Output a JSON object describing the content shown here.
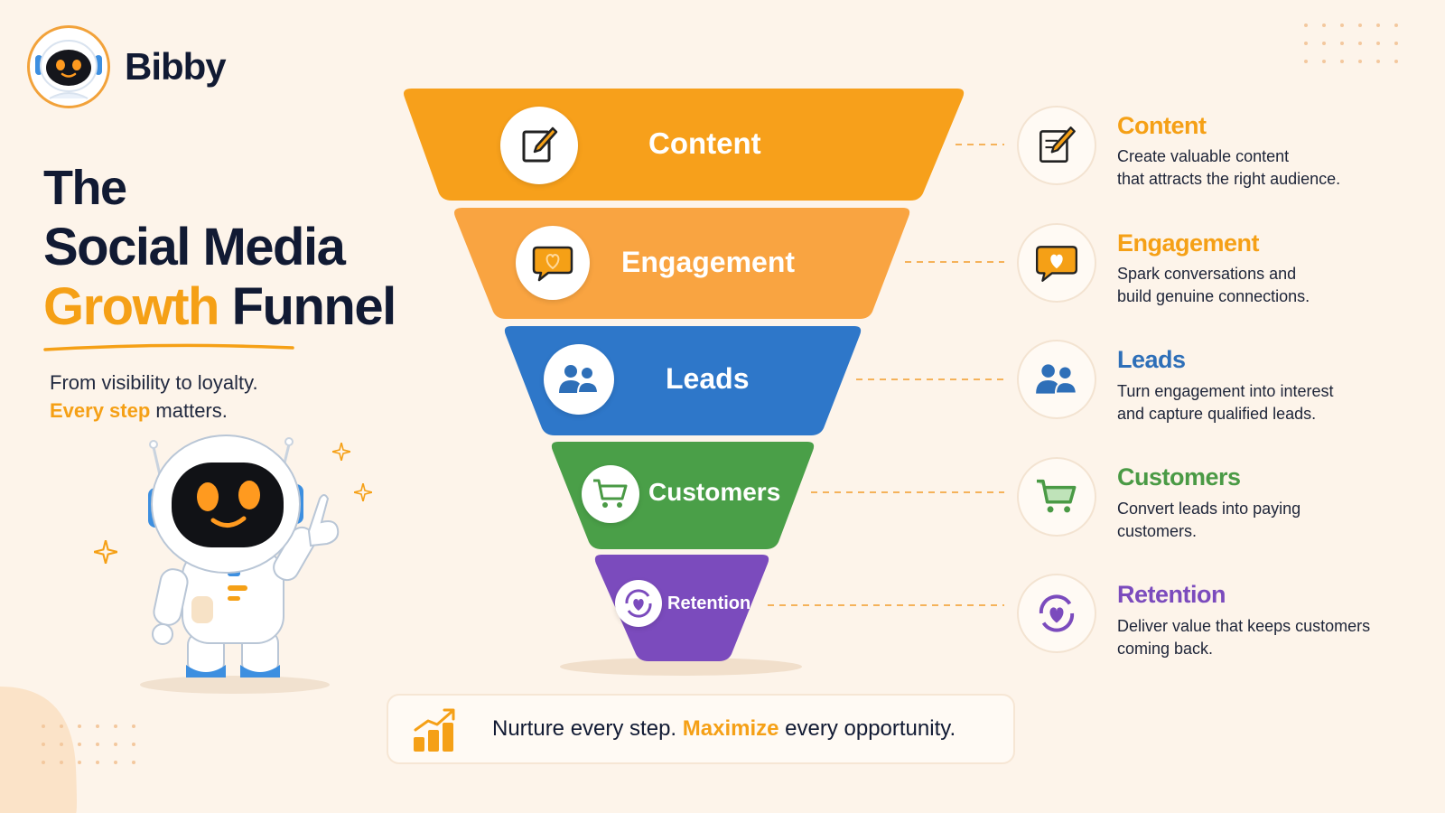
{
  "brand": {
    "name": "Bibby"
  },
  "title": {
    "line1": "The",
    "line2": "Social Media",
    "line3_highlight": "Growth",
    "line3_rest": " Funnel"
  },
  "tagline": {
    "line1": "From visibility to loyalty.",
    "line2_highlight": "Every step",
    "line2_rest": " matters."
  },
  "funnel": {
    "stages": [
      {
        "label": "Content",
        "color": "#f7a01b",
        "icon": "edit-document-icon"
      },
      {
        "label": "Engagement",
        "color": "#f9a441",
        "icon": "chat-heart-icon"
      },
      {
        "label": "Leads",
        "color": "#2e77c9",
        "icon": "people-icon"
      },
      {
        "label": "Customers",
        "color": "#4a9f48",
        "icon": "shopping-cart-icon"
      },
      {
        "label": "Retention",
        "color": "#7b4bbd",
        "icon": "heart-cycle-icon"
      }
    ]
  },
  "steps": [
    {
      "title": "Content",
      "color": "#f5a016",
      "desc1": "Create valuable content",
      "desc2": "that attracts the right audience."
    },
    {
      "title": "Engagement",
      "color": "#f5a016",
      "desc1": "Spark conversations and",
      "desc2": "build genuine connections."
    },
    {
      "title": "Leads",
      "color": "#2e6fb8",
      "desc1": "Turn engagement into interest",
      "desc2": "and capture qualified leads."
    },
    {
      "title": "Customers",
      "color": "#4a9a45",
      "desc1": "Convert leads into paying",
      "desc2": "customers."
    },
    {
      "title": "Retention",
      "color": "#7b4bbd",
      "desc1": "Deliver value that keeps customers",
      "desc2": "coming back."
    }
  ],
  "banner": {
    "part1": "Nurture every step. ",
    "highlight": "Maximize",
    "part2": " every opportunity.",
    "icon": "growth-chart-icon"
  }
}
